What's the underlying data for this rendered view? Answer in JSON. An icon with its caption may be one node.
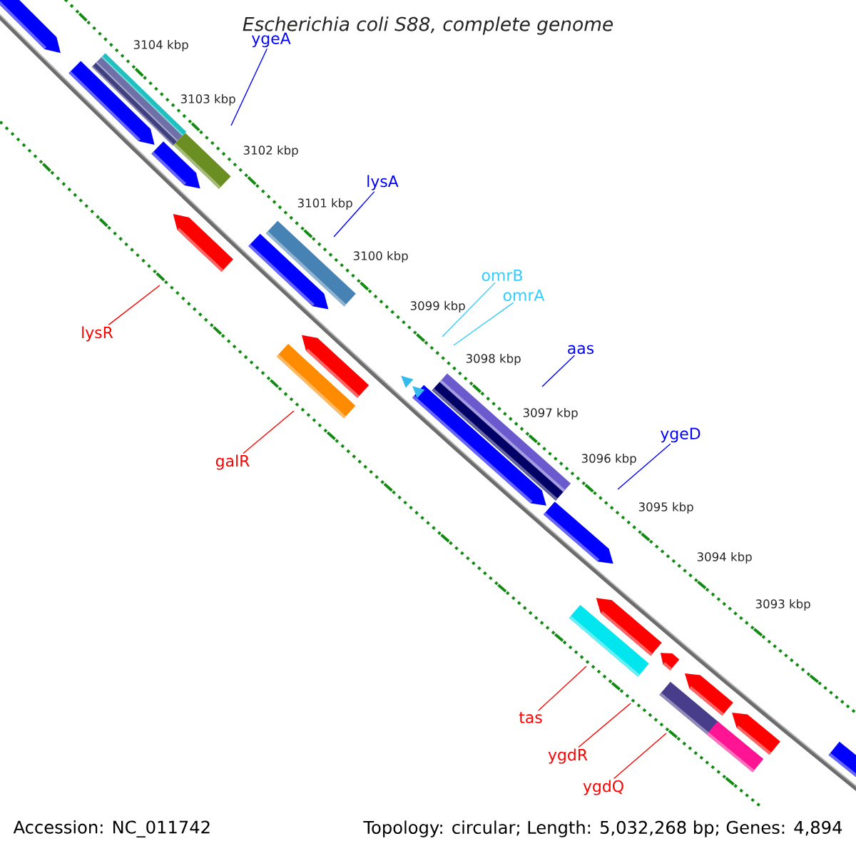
{
  "diagram": {
    "title": "Escherichia coli S88, complete genome",
    "nodes": [
      {
        "text": [
          "ygeA"
        ]
      },
      {
        "text": [
          "lysA"
        ]
      },
      {
        "text": [
          "omrB"
        ]
      },
      {
        "text": [
          "omrA"
        ]
      },
      {
        "text": [
          "aas"
        ]
      },
      {
        "text": [
          "ygeD"
        ]
      },
      {
        "text": [
          "lysR"
        ]
      },
      {
        "text": [
          "galR"
        ]
      },
      {
        "text": [
          "tas"
        ]
      },
      {
        "text": [
          "ygdR"
        ]
      },
      {
        "text": [
          "ygdQ"
        ]
      }
    ],
    "edges": [
      {
        "from": 0,
        "to": null,
        "arrow": "none",
        "color": "#0000ff"
      },
      {
        "from": 1,
        "to": null,
        "arrow": "none",
        "color": "#0000ff"
      },
      {
        "from": 2,
        "to": null,
        "arrow": "none",
        "color": "#33ccff"
      },
      {
        "from": 3,
        "to": null,
        "arrow": "none",
        "color": "#33ccff"
      },
      {
        "from": 4,
        "to": null,
        "arrow": "none",
        "color": "#0000ff"
      },
      {
        "from": 5,
        "to": null,
        "arrow": "none",
        "color": "#0000ff"
      },
      {
        "from": 6,
        "to": null,
        "arrow": "none"
      },
      {
        "from": 7,
        "to": null,
        "arrow": "none"
      },
      {
        "from": 8,
        "to": null,
        "arrow": "none"
      },
      {
        "from": 9,
        "to": null,
        "arrow": "none"
      },
      {
        "from": 10,
        "to": null,
        "arrow": "none"
      }
    ],
    "labels": [
      "3104 kbp",
      "3103 kbp",
      "3102 kbp",
      "3101 kbp",
      "3100 kbp",
      "3099 kbp",
      "3098 kbp",
      "3097 kbp",
      "3096 kbp",
      "3095 kbp",
      "3094 kbp",
      "3093 kbp",
      "Accession: NC_011742",
      "Topology: circular; Length: 5,032,268 bp; Genes: 4,894"
    ]
  }
}
